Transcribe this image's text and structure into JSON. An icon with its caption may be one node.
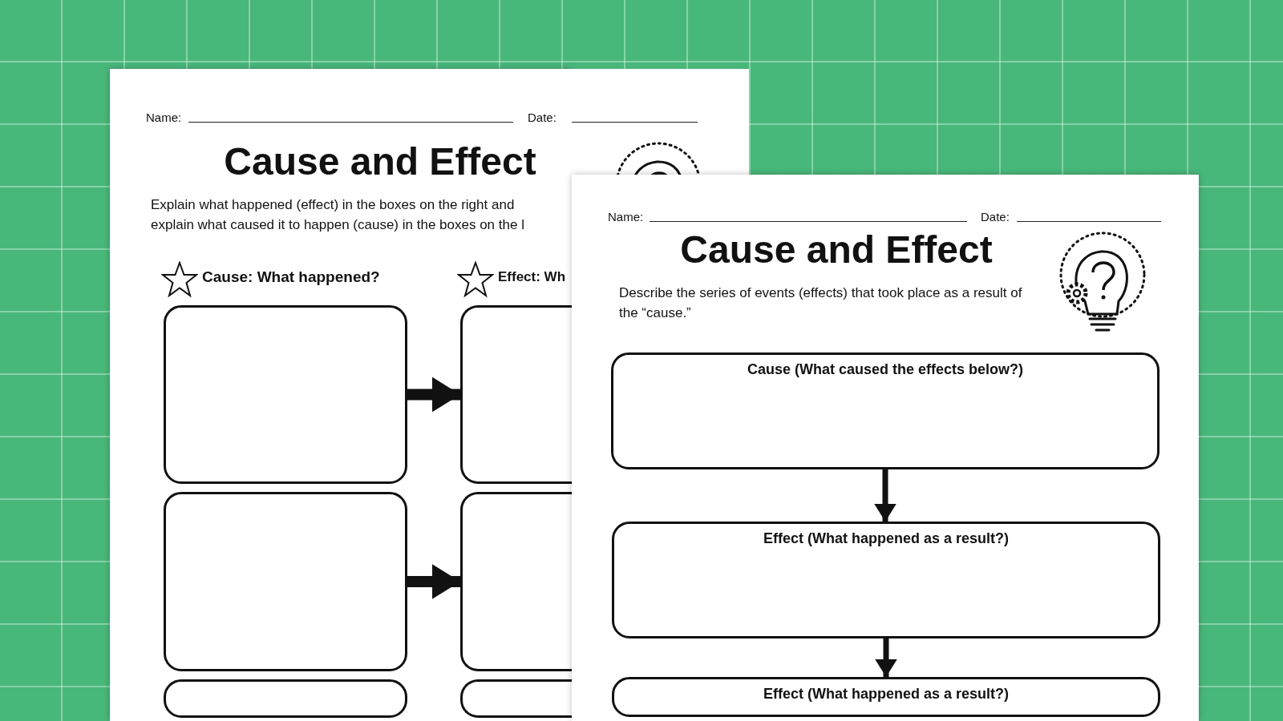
{
  "diagram": {
    "nodes": [
      {
        "text": [
          "Cause and Effect",
          "Explain what happened (effect) in the boxes on the right and explain what caused it to happen (cause) in the boxes on the l"
        ]
      },
      {
        "text": [],
        "shape": "box",
        "in": 0
      },
      {
        "text": [],
        "shape": "box",
        "in": 0
      },
      {
        "text": [],
        "shape": "box",
        "in": 0
      },
      {
        "text": [],
        "shape": "box",
        "in": 0
      },
      {
        "text": [],
        "shape": "box",
        "in": 0
      },
      {
        "text": [],
        "shape": "box",
        "in": 0
      },
      {
        "text": [
          "Cause and Effect",
          "Describe the series of events (effects) that took place as a result of the “cause.”"
        ]
      },
      {
        "text": [
          "Cause (What caused the effects below?)"
        ],
        "in": 7
      },
      {
        "text": [
          "Effect (What happened as a result?)"
        ],
        "in": 7
      },
      {
        "text": [
          "Effect (What happened as a result?)"
        ],
        "in": 7
      }
    ],
    "edges": [
      {
        "from": 1,
        "to": 2,
        "arrow": "to",
        "style": "thick"
      },
      {
        "from": 3,
        "to": 4,
        "arrow": "to",
        "style": "thick"
      },
      {
        "from": 8,
        "to": 9,
        "arrow": "to"
      },
      {
        "from": 9,
        "to": 10,
        "arrow": "to"
      }
    ],
    "labels": [
      "Name:",
      "Date:",
      "Cause: What happened?",
      "Effect: Wh",
      "Name:",
      "Date:"
    ]
  }
}
